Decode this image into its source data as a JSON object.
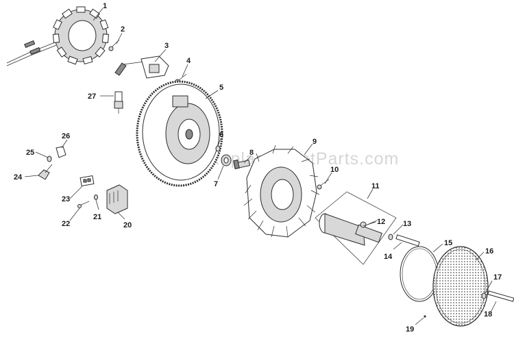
{
  "watermark": "eReplacementParts.com",
  "callouts": [
    {
      "id": "1",
      "text": "1"
    },
    {
      "id": "2",
      "text": "2"
    },
    {
      "id": "3",
      "text": "3"
    },
    {
      "id": "4",
      "text": "4"
    },
    {
      "id": "5",
      "text": "5"
    },
    {
      "id": "6",
      "text": "6"
    },
    {
      "id": "7",
      "text": "7"
    },
    {
      "id": "8",
      "text": "8"
    },
    {
      "id": "9",
      "text": "9"
    },
    {
      "id": "10",
      "text": "10"
    },
    {
      "id": "11",
      "text": "11"
    },
    {
      "id": "12",
      "text": "12"
    },
    {
      "id": "13",
      "text": "13"
    },
    {
      "id": "14",
      "text": "14"
    },
    {
      "id": "15",
      "text": "15"
    },
    {
      "id": "16",
      "text": "16"
    },
    {
      "id": "17",
      "text": "17"
    },
    {
      "id": "18",
      "text": "18"
    },
    {
      "id": "19",
      "text": "19"
    },
    {
      "id": "20",
      "text": "20"
    },
    {
      "id": "21",
      "text": "21"
    },
    {
      "id": "22",
      "text": "22"
    },
    {
      "id": "23",
      "text": "23"
    },
    {
      "id": "24",
      "text": "24"
    },
    {
      "id": "25",
      "text": "25"
    },
    {
      "id": "26",
      "text": "26"
    },
    {
      "id": "27",
      "text": "27"
    }
  ]
}
